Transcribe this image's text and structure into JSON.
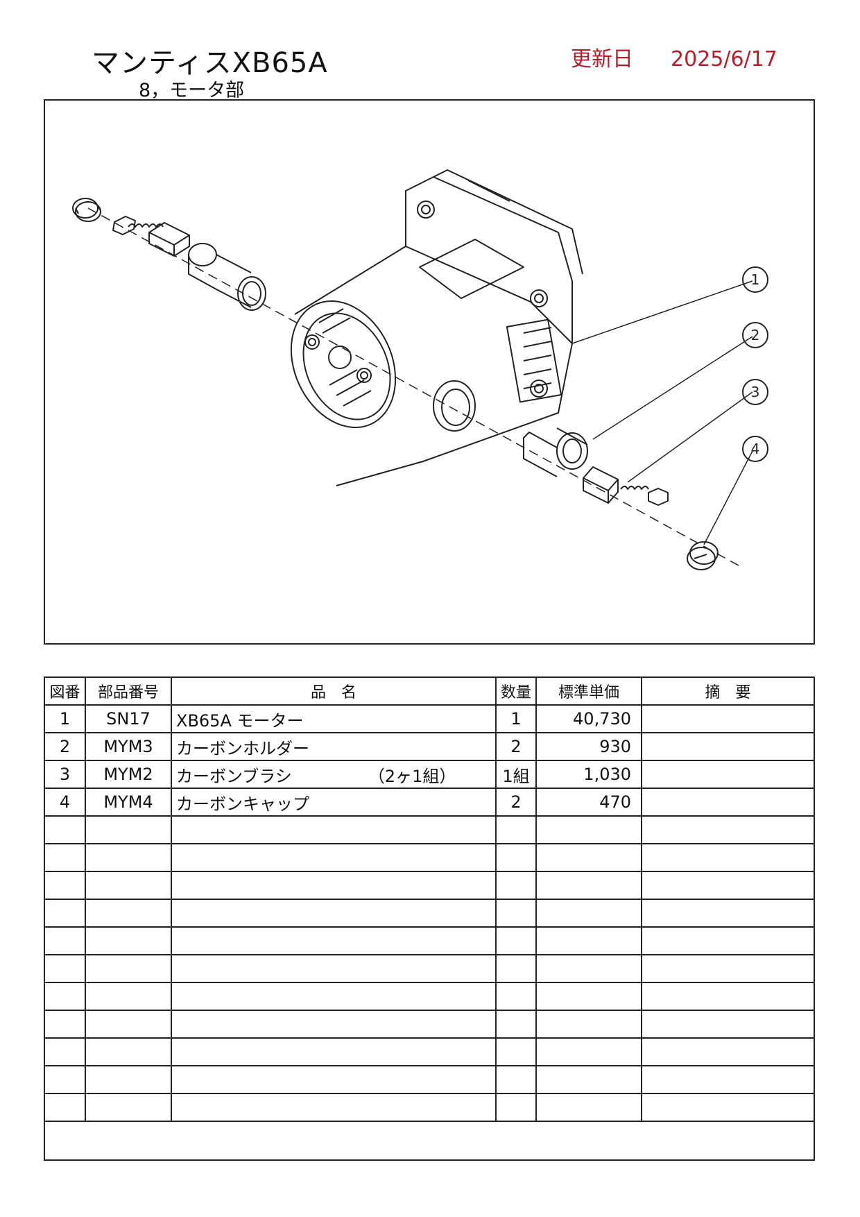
{
  "header": {
    "title": "マンティスXB65A",
    "subtitle": "8，モータ部",
    "update_label": "更新日",
    "update_date": "2025/6/17"
  },
  "diagram": {
    "callouts": [
      "1",
      "2",
      "3",
      "4"
    ]
  },
  "table": {
    "headers": {
      "no": "図番",
      "part_number": "部品番号",
      "name": "品　名",
      "qty": "数量",
      "price": "標準単価",
      "note": "摘　要"
    },
    "rows": [
      {
        "no": "1",
        "part_number": "SN17",
        "name": "XB65A モーター",
        "name_note": "",
        "qty": "1",
        "price": "40,730",
        "note": ""
      },
      {
        "no": "2",
        "part_number": "MYM3",
        "name": "カーボンホルダー",
        "name_note": "",
        "qty": "2",
        "price": "930",
        "note": ""
      },
      {
        "no": "3",
        "part_number": "MYM2",
        "name": "カーボンブラシ",
        "name_note": "（2ヶ1組）",
        "qty": "1組",
        "price": "1,030",
        "note": ""
      },
      {
        "no": "4",
        "part_number": "MYM4",
        "name": "カーボンキャップ",
        "name_note": "",
        "qty": "2",
        "price": "470",
        "note": ""
      }
    ],
    "empty_rows": 11
  },
  "colors": {
    "update_text": "#b3202a",
    "lines": "#222222"
  }
}
